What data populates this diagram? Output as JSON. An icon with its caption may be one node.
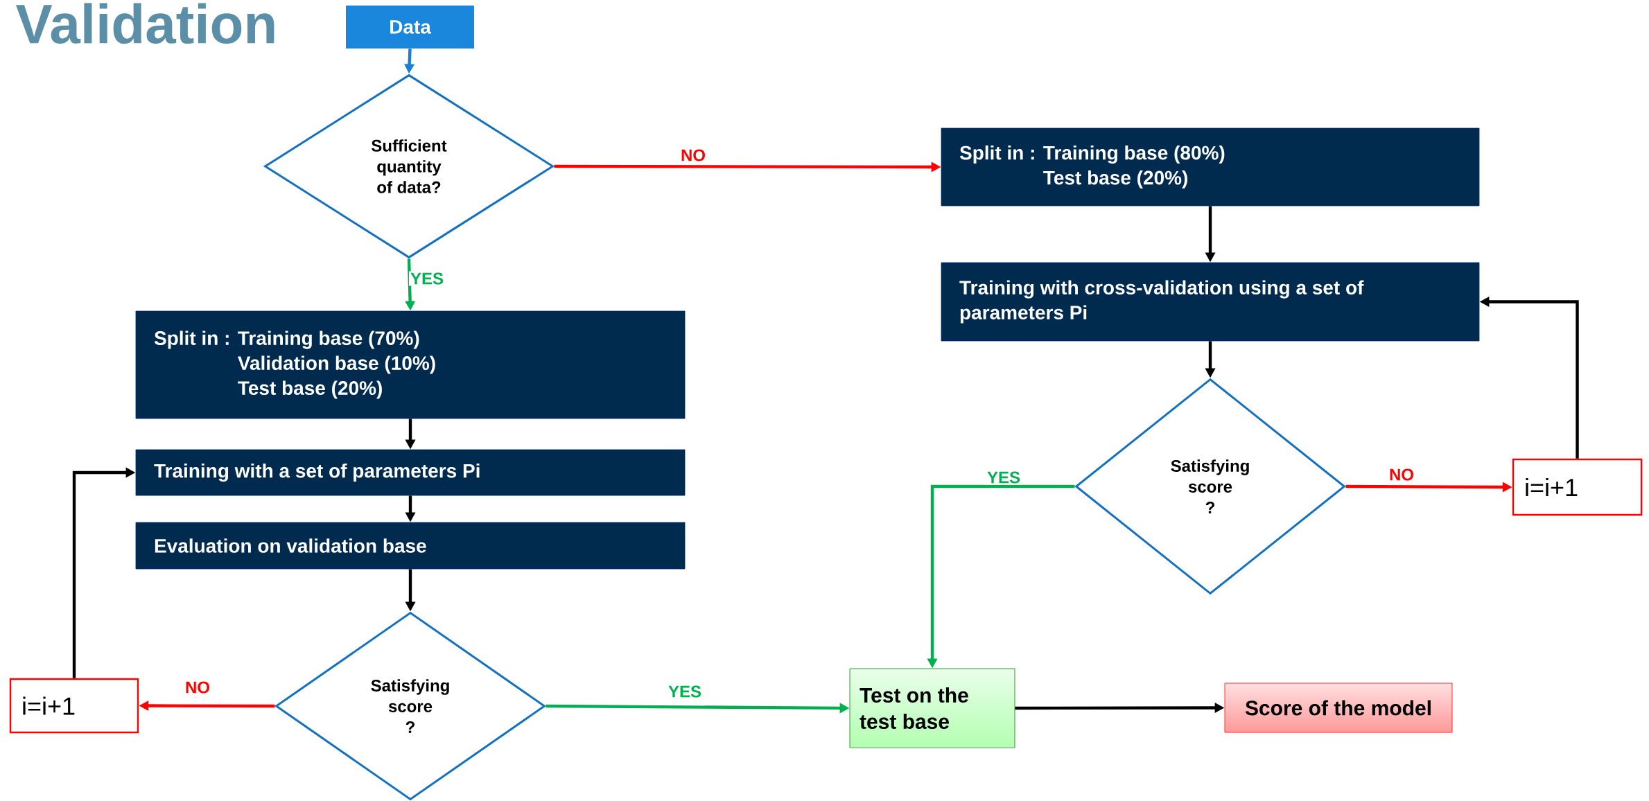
{
  "diagram": {
    "title": "Validation",
    "nodes": [
      {
        "text": [
          "Data"
        ]
      },
      {
        "text": [
          "Sufficient quantity of data?"
        ]
      },
      {
        "text": [
          "Split in :",
          "Training base (80%)",
          "Test base (20%)"
        ]
      },
      {
        "text": [
          "Split in :",
          "Training base (70%)",
          "Validation base (10%)",
          "Test base (20%)"
        ]
      },
      {
        "text": [
          "Training with cross-validation using a set of parameters Pi"
        ]
      },
      {
        "text": [
          "Training with a set of parameters Pi"
        ]
      },
      {
        "text": [
          "Satisfying score",
          "?"
        ]
      },
      {
        "text": [
          "i=i+1"
        ]
      },
      {
        "text": [
          "Evaluation on validation base"
        ]
      },
      {
        "text": [
          "Satisfying score",
          "?"
        ]
      },
      {
        "text": [
          "i=i+1"
        ]
      },
      {
        "text": [
          "Test on the test base"
        ]
      },
      {
        "text": [
          "Score of the model"
        ]
      }
    ],
    "edges": [
      {
        "from": 0,
        "to": 1,
        "arrow": "to",
        "color": "#1a7fd4"
      },
      {
        "from": 1,
        "to": 2,
        "arrow": "to",
        "label": "NO",
        "color": "#ff0000"
      },
      {
        "from": 1,
        "to": 3,
        "arrow": "to",
        "label": "YES",
        "color": "#00b050"
      },
      {
        "from": 3,
        "to": 5,
        "arrow": "to"
      },
      {
        "from": 5,
        "to": 8,
        "arrow": "to"
      },
      {
        "from": 8,
        "to": 9,
        "arrow": "to"
      },
      {
        "from": 9,
        "to": 10,
        "arrow": "to",
        "label": "NO",
        "color": "#ff0000"
      },
      {
        "from": 10,
        "to": 5,
        "arrow": "to"
      },
      {
        "from": 9,
        "to": 11,
        "arrow": "to",
        "label": "YES",
        "color": "#00b050"
      },
      {
        "from": 2,
        "to": 4,
        "arrow": "to"
      },
      {
        "from": 4,
        "to": 6,
        "arrow": "to"
      },
      {
        "from": 6,
        "to": 7,
        "arrow": "to",
        "label": "NO",
        "color": "#ff0000"
      },
      {
        "from": 7,
        "to": 4,
        "arrow": "to"
      },
      {
        "from": 6,
        "to": 11,
        "arrow": "to",
        "label": "YES",
        "color": "#00b050"
      },
      {
        "from": 11,
        "to": 12,
        "arrow": "to"
      }
    ]
  }
}
